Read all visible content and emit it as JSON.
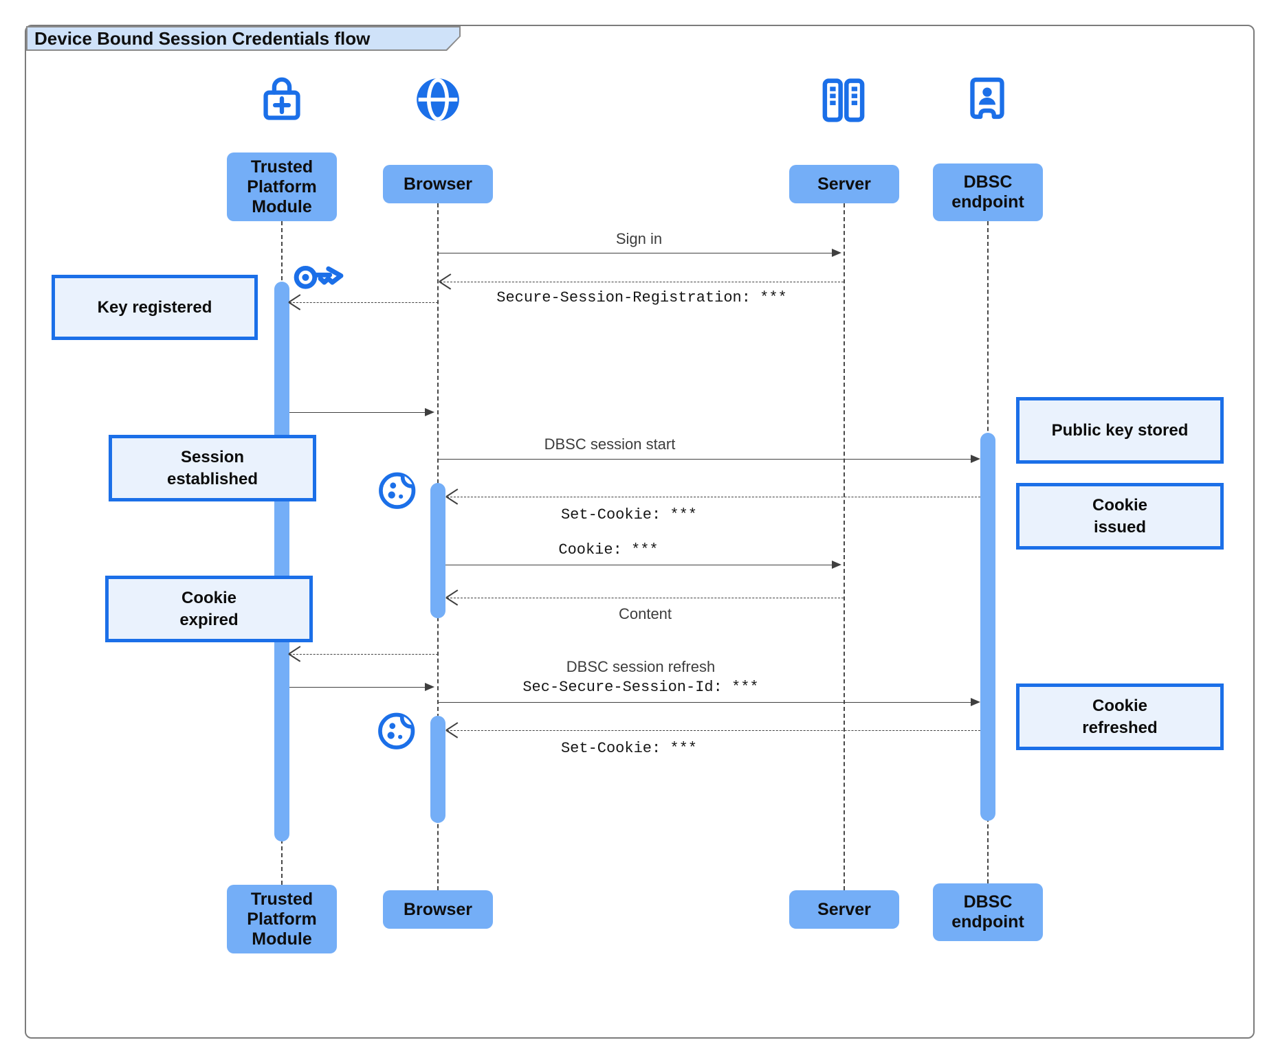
{
  "title": "Device Bound Session Credentials flow",
  "participants": {
    "tpm": {
      "name": "Trusted Platform Module",
      "icon": "lock-plus"
    },
    "browser": {
      "name": "Browser",
      "icon": "globe"
    },
    "server": {
      "name": "Server",
      "icon": "server-rack"
    },
    "dbsc": {
      "name": "DBSC endpoint",
      "icon": "id-badge"
    }
  },
  "messages": {
    "sign_in": "Sign in",
    "secure_session_registration": "Secure-Session-Registration: ***",
    "dbsc_session_start": "DBSC session start",
    "set_cookie_first": "Set-Cookie: ***",
    "cookie": "Cookie: ***",
    "content": "Content",
    "dbsc_session_refresh": "DBSC session refresh",
    "sec_secure_session_id": "Sec-Secure-Session-Id: ***",
    "set_cookie_second": "Set-Cookie: ***"
  },
  "notes": {
    "key_registered": "Key registered",
    "session_established": "Session\nestablished",
    "cookie_expired": "Cookie\nexpired",
    "public_key_stored": "Public key stored",
    "cookie_issued": "Cookie\nissued",
    "cookie_refreshed": "Cookie\nrefreshed"
  },
  "colors": {
    "primary_blue": "#1b6fe8",
    "light_blue": "#74aef7",
    "note_fill": "#eaf2fd",
    "title_fill": "#cfe2f9",
    "frame_border": "#7b7b7b",
    "line": "#3f3f3f"
  }
}
